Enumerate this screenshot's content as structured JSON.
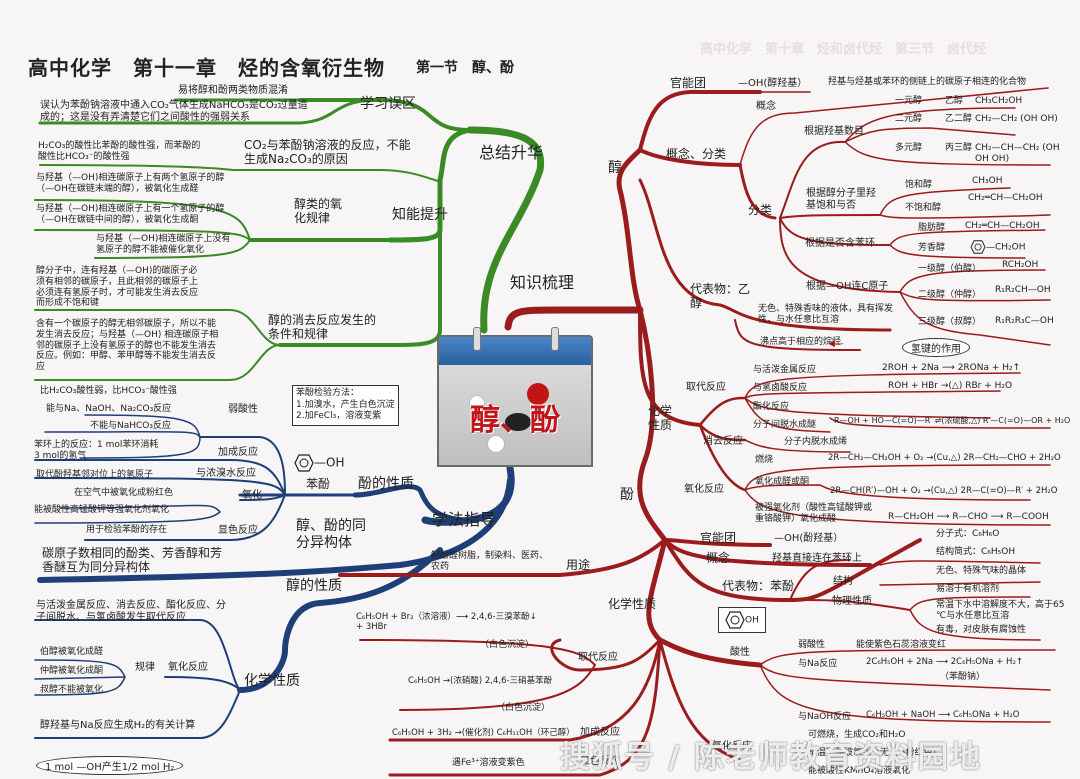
{
  "header": {
    "title": "高中化学　第十一章　烃的含氧衍生物",
    "section": "第一节　醇、酚",
    "ghost_header": "高中化学　第十章　烃和卤代烃　第三节　卤代烃"
  },
  "center": {
    "label": "醇、酚"
  },
  "branches": {
    "summary": {
      "label": "总结升华",
      "color": "#3a8a26",
      "misconceptions": {
        "label": "学习误区",
        "items": [
          "易将醇和酚两类物质混淆",
          "误认为苯酚钠溶液中通入CO₂气体生成NaHCO₃是CO₂过量造成的；这是没有弄清楚它们之间酸性的强弱关系"
        ]
      },
      "ability": {
        "label": "知能提升",
        "co2_topic": {
          "label": "CO₂与苯酚钠溶液的反应，不能生成Na₂CO₃的原因",
          "detail": "H₂CO₃的酸性比苯酚的酸性强，而苯酚的酸性比HCO₃⁻的酸性强"
        },
        "oxidation_rule": {
          "label": "醇类的氧化规律",
          "items": [
            "与羟基（—OH)相连碳原子上有两个氢原子的醇（—OH在碳链末端的醇），被氧化生成醛",
            "与羟基（—OH)相连碳原子上有一个氢原子的醇（—OH在碳链中间的醇），被氧化生成酮",
            "与羟基（—OH)相连碳原子上没有氢原子的醇不能被催化氧化"
          ]
        },
        "elimination_rule": {
          "label": "醇的消去反应发生的条件和规律",
          "items": [
            "醇分子中，连有羟基（—OH)的碳原子必须有相邻的碳原子，且此相邻的碳原子上必须连有氢原子时，才可能发生消去反应而形成不饱和键",
            "含有一个碳原子的醇无相邻碳原子，所以不能发生消去反应；与羟基（—OH) 相连碳原子相邻的碳原子上没有氢原子的醇也不能发生消去反应。例如：甲醇、苯甲醇等不能发生消去反应"
          ]
        }
      }
    },
    "method": {
      "label": "学法指导",
      "color": "#1f3f78",
      "phenol_props": {
        "label": "酚的性质",
        "compound_name": "苯酚",
        "compound_formula": "OH",
        "test_bubble": [
          "苯酚检验方法：",
          "1.加溴水，产生白色沉淀",
          "2.加FeCl₃，溶液变紫"
        ],
        "weak_acid": {
          "label": "弱酸性",
          "items": [
            "比H₂CO₃酸性弱，比HCO₃⁻酸性强",
            "能与Na、NaOH、Na₂CO₃反应",
            "不能与NaHCO₃反应"
          ]
        },
        "addition": {
          "label": "加成反应",
          "detail": "苯环上的反应：1 mol苯环消耗 3 mol的氢气"
        },
        "bromine": {
          "label": "与浓溴水反应",
          "detail": "取代酚羟基邻对位上的氢原子"
        },
        "oxidation": {
          "label": "氧化",
          "items": [
            "在空气中被氧化成粉红色",
            "能被酸性高锰酸钾等强氧化剂氧化"
          ]
        },
        "color": {
          "label": "显色反应",
          "detail": "用于检验苯酚的存在"
        }
      },
      "isomers": {
        "label": "醇、酚的同分异构体",
        "detail": "碳原子数相同的酚类、芳香醇和芳香醚互为同分异构体"
      },
      "alcohol_props": {
        "label": "醇的性质",
        "chem": {
          "label": "化学性质",
          "reactions": "与活泼金属反应、消去反应、酯化反应、分子间脱水、与氢卤酸发生取代反应",
          "oxidation": {
            "label": "氧化反应",
            "rule_label": "规律",
            "items": [
              "伯醇被氧化成醛",
              "仲醇被氧化成酮",
              "叔醇不能被氧化"
            ]
          },
          "calc": "醇羟基与Na反应生成H₂的有关计算",
          "calc_note": "1 mol —OH产生1/2 mol H₂"
        }
      }
    },
    "knowledge": {
      "label": "知识梳理",
      "color": "#9b1c1c",
      "alcohol": {
        "label": "醇",
        "functional_group": {
          "label": "官能团",
          "value": "—OH(醇羟基）"
        },
        "concept_class": {
          "label": "概念、分类",
          "concept": {
            "label": "概念",
            "value": "羟基与烃基或苯环的侧链上的碳原子相连的化合物"
          },
          "classify": {
            "label": "分类",
            "by_oh_count": {
              "label": "根据羟基数目",
              "rows": [
                {
                  "type": "一元醇",
                  "example": "乙醇",
                  "formula": "CH₃CH₂OH"
                },
                {
                  "type": "二元醇",
                  "example": "乙二醇",
                  "formula": "CH₂—CH₂ (OH OH)"
                },
                {
                  "type": "多元醇",
                  "example": "丙三醇",
                  "formula": "CH₂—CH—CH₂ (OH OH OH)"
                }
              ]
            },
            "by_saturation": {
              "label": "根据醇分子里羟基饱和与否",
              "rows": [
                {
                  "type": "饱和醇",
                  "formula": "CH₃OH"
                },
                {
                  "type": "不饱和醇",
                  "formula": "CH₂═CH—CH₂OH"
                }
              ]
            },
            "by_ring": {
              "label": "根据是否含苯环",
              "rows": [
                {
                  "type": "脂肪醇",
                  "formula": "CH₂═CH—CH₂OH"
                },
                {
                  "type": "芳香醇",
                  "formula": "—CH₂OH"
                }
              ]
            },
            "by_carbon": {
              "label": "根据—OH连C原子",
              "rows": [
                {
                  "type": "一级醇（伯醇）",
                  "formula": "RCH₂OH"
                },
                {
                  "type": "二级醇（仲醇）",
                  "formula": "R₁R₂CH—OH"
                },
                {
                  "type": "三级醇（叔醇）",
                  "formula": "R₁R₂R₃C—OH"
                }
              ]
            }
          }
        },
        "representative": {
          "label": "代表物：乙醇",
          "items": [
            "无色、特殊香味的液体，具有挥发性，与水任意比互溶",
            "沸点高于相应的烷烃"
          ],
          "note": "氢键的作用"
        },
        "chem": {
          "label": "化学性质",
          "substitution": {
            "label": "取代反应",
            "rows": [
              {
                "name": "与活泼金属反应",
                "eq": "2ROH + 2Na ⟶ 2RONa + H₂↑"
              },
              {
                "name": "与氢卤酸反应",
                "eq": "ROH + HBr →(△) RBr + H₂O"
              },
              {
                "name": "酯化反应",
                "eq": "R—OH + HO—C(=O)—R′ ⇌(浓硫酸,△) R′—C(=O)—OR + H₂O"
              },
              {
                "name": "分子间脱水成醚",
                "eq": ""
              }
            ]
          },
          "elimination": {
            "label": "消去反应",
            "detail": "分子内脱水成烯"
          },
          "oxidation": {
            "label": "氧化反应",
            "rows": [
              {
                "name": "燃烧",
                "eq": "2R—CH₂—CH₂OH + O₂ →(Cu,△) 2R—CH₂—CHO + 2H₂O"
              },
              {
                "name": "氧化成醛或酮",
                "eq": "2R—CH(R′)—OH + O₂ →(Cu,△) 2R—C(=O)—R′ + 2H₂O"
              },
              {
                "name": "被强氧化剂（酸性高锰酸钾或重铬酸钾）氧化成酸",
                "eq": "R—CH₂OH ⟶ R—CHO ⟶ R—COOH"
              }
            ]
          }
        }
      },
      "phenol": {
        "label": "酚",
        "functional_group": {
          "label": "官能团",
          "value": "—OH(酚羟基）"
        },
        "concept": {
          "label": "概念",
          "value": "羟基直接连在苯环上"
        },
        "representative": {
          "label": "代表物：苯酚",
          "structure": {
            "label": "结构",
            "items": [
              "分子式：C₆H₆O",
              "结构简式：C₆H₅OH"
            ]
          },
          "physical": {
            "label": "物理性质",
            "items": [
              "无色、特殊气味的晶体",
              "易溶于有机溶剂",
              "常温下水中溶解度不大，高于65 ℃与水任意比互溶",
              "有毒，对皮肤有腐蚀性"
            ]
          }
        },
        "use": {
          "label": "用途",
          "value": "制酚醛树脂，制染料、医药、农药"
        },
        "chem": {
          "label": "化学性质",
          "acidity": {
            "label": "酸性",
            "rows": [
              {
                "name": "弱酸性",
                "eq": "能使紫色石蕊溶液变红"
              },
              {
                "name": "与Na反应",
                "eq": "2C₆H₅OH + 2Na ⟶ 2C₆H₅ONa + H₂↑",
                "note": "（苯酚钠）"
              },
              {
                "name": "与NaOH反应",
                "eq": "C₆H₅OH + NaOH ⟶ C₆H₅ONa + H₂O"
              }
            ]
          },
          "substitution": {
            "label": "取代反应",
            "eq1": "C₆H₅OH + Br₂（浓溶液）⟶ 2,4,6-三溴苯酚↓ + 3HBr",
            "eq1_note": "（白色沉淀）",
            "eq2": "C₆H₅OH →(浓硝酸) 2,4,6-三硝基苯酚",
            "eq2_note": "（白色沉淀）"
          },
          "addition": {
            "label": "加成反应",
            "eq": "C₆H₅OH + 3H₂ →(催化剂) C₆H₁₁OH（环己醇）"
          },
          "color": {
            "label": "显色反应",
            "detail": "遇Fe³⁺溶液变紫色"
          },
          "oxidation": {
            "label": "氧化反应",
            "items": [
              "可燃烧，生成CO₂和H₂O",
              "常温下易被氧化（无色→粉红色）",
              "能被酸性KMnO₄溶液氧化"
            ]
          }
        }
      }
    }
  },
  "watermark": "搜狐号 / 陈老师教育资料园地"
}
